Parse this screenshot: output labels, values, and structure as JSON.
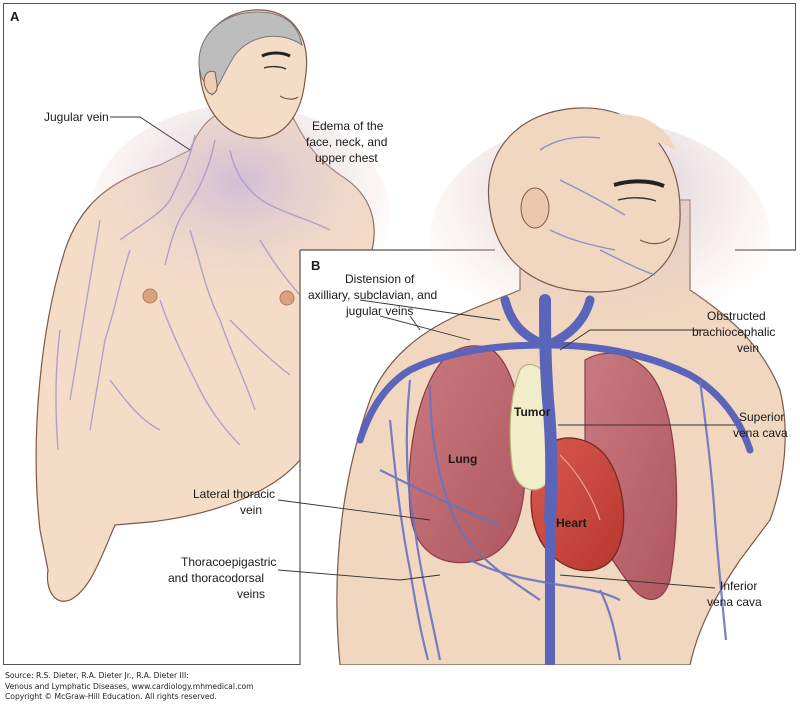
{
  "figure": {
    "panel_a": {
      "letter": "A",
      "labels": {
        "jugular_vein": "Jugular vein",
        "edema": [
          "Edema of the",
          "face, neck, and",
          "upper chest"
        ]
      }
    },
    "panel_b": {
      "letter": "B",
      "labels": {
        "distension": [
          "Distension of",
          "axilliary, subclavian, and",
          "jugular veins"
        ],
        "obstructed": [
          "Obstructed",
          "brachiocephalic",
          "vein"
        ],
        "superior_vc": [
          "Superior",
          "vena cava"
        ],
        "lateral_thoracic": [
          "Lateral thoracic",
          "vein"
        ],
        "thoracoepigastric": [
          "Thoracoepigastric",
          "and thoracodorsal",
          "veins"
        ],
        "inferior_vc": [
          "Inferior",
          "vena cava"
        ]
      },
      "organs": {
        "tumor": "Tumor",
        "lung": "Lung",
        "heart": "Heart"
      }
    },
    "colors": {
      "skin": "#f5dcc7",
      "vein": "#5a64b8",
      "lung": "#c06a72",
      "heart": "#c8463e",
      "tumor": "#f1edc8",
      "edema": "#c9b6d6"
    }
  },
  "source": {
    "line1": "Source: R.S. Dieter, R.A. Dieter Jr., R.A. Dieter III:",
    "line2": "Venous and Lymphatic Diseases, www.cardiology.mhmedical.com",
    "line3": "Copyright © McGraw-Hill Education. All rights reserved."
  }
}
